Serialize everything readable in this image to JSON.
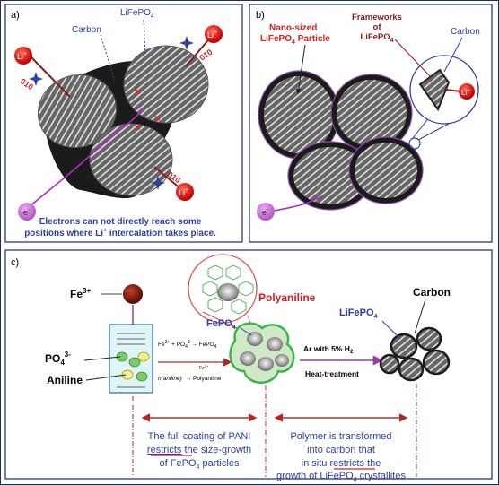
{
  "panels": {
    "a": "a)",
    "b": "b)",
    "c": "c)"
  },
  "panel_a": {
    "carbon_label": "Carbon",
    "lifepo4_label": "LiFePO",
    "lifepo4_sub": "4",
    "li_ion": "Li",
    "li_sup": "+",
    "facet_label": "010",
    "electron": "e",
    "electron_sup": "-",
    "caption_line1": "Electrons can not directly  reach  some",
    "caption_line2_a": "positions where Li",
    "caption_line2_sup": "+",
    "caption_line2_b": " intercalation takes place."
  },
  "panel_b": {
    "particle_line1": "Nano-sized",
    "particle_line2": "LiFePO",
    "particle_line2_sub": "4",
    "particle_line2_end": " Particle",
    "frameworks_line1": "Frameworks",
    "frameworks_line2": "of",
    "frameworks_line3": "LiFePO",
    "frameworks_line3_sub": "4",
    "carbon_label": "Carbon",
    "li_ion": "Li",
    "li_sup": "+",
    "electron": "e",
    "electron_sup": "-"
  },
  "panel_c": {
    "fe_label": "Fe",
    "fe_sup": "3+",
    "po4_label": "PO",
    "po4_sub": "4",
    "po4_sup": "3-",
    "aniline_label": "Aniline",
    "reaction1_a": "Fe",
    "reaction1_sup": "3+",
    "reaction1_b": " + PO",
    "reaction1_sub": "4",
    "reaction1_sup2": "3-",
    "reaction1_c": "→ FePO",
    "reaction1_sub2": "4",
    "catalyst": "Fe",
    "catalyst_sup": "3+",
    "reaction2_a": "n(aniline)",
    "reaction2_b": "→ Polyaniline",
    "fepo4_label": "FePO",
    "fepo4_sub": "4",
    "polyaniline_label": "Polyaniline",
    "ar_label": "Ar with 5% H",
    "ar_sub": "2",
    "heat_label": "Heat-treatment",
    "carbon_label": "Carbon",
    "lifepo4_label": "LiFePO",
    "lifepo4_sub": "4",
    "note_left": [
      "The full coating of PANI",
      "restricts",
      " the size-growth",
      "of FePO",
      "4",
      " particles"
    ],
    "note_right": [
      "Polymer is transformed",
      "into carbon that",
      "in situ ",
      "restricts",
      " the",
      "growth of LiFePO",
      "4",
      " crystallites"
    ]
  },
  "colors": {
    "frame": "#1a2a6c",
    "red_label": "#d42020",
    "blue_label": "#2a3fa8",
    "electron_ball": "#c77ad8",
    "li_ball": "#e01414",
    "magenta_line": "#b02cc0",
    "green_coating": "#3cb44a",
    "beaker_fill": "#dff4f4",
    "fe_ball": "#8a1c10"
  }
}
